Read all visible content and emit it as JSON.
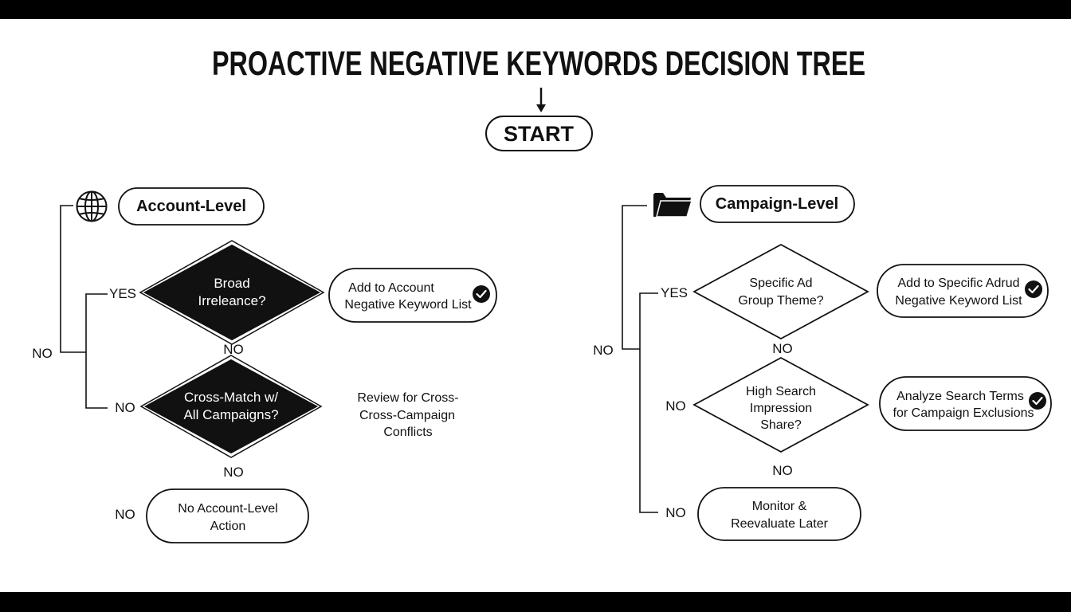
{
  "title": "PROACTIVE NEGATIVE KEYWORDS DECISION TREE",
  "start": "START",
  "colors": {
    "ink": "#111111",
    "paper": "#ffffff",
    "bar": "#000000"
  },
  "account": {
    "icon": "globe-icon",
    "header": "Account-Level",
    "outer_no": "NO",
    "q1": {
      "line1": "Broad",
      "line2": "Irreleance?"
    },
    "q1_yes": "YES",
    "q1_no": "NO",
    "q1_action": {
      "line1": "Add to Account",
      "line2": "Negative Keyword List",
      "icon": "check-circle-icon"
    },
    "q2": {
      "line1": "Cross-Match w/",
      "line2": "All Campaigns?"
    },
    "q2_branch": "NO",
    "q2_no": "NO",
    "q2_note": {
      "line1": "Review for Cross-",
      "line2": "Cross-Campaign",
      "line3": "Conflicts"
    },
    "final_branch": "NO",
    "final_action": {
      "line1": "No Account-Level",
      "line2": "Action"
    }
  },
  "campaign": {
    "icon": "folder-icon",
    "header": "Campaign-Level",
    "outer_no": "NO",
    "q1": {
      "line1": "Specific Ad",
      "line2": "Group Theme?"
    },
    "q1_yes": "YES",
    "q1_no": "NO",
    "q1_action": {
      "line1": "Add to Specific Adrud",
      "line2": "Negative Keyword List",
      "icon": "check-circle-icon"
    },
    "q2": {
      "line1": "High Search",
      "line2": "Impression",
      "line3": "Share?"
    },
    "q2_branch": "NO",
    "q2_no": "NO",
    "q2_action": {
      "line1": "Analyze Search Terms",
      "line2": "for Campaign Exclusions",
      "icon": "check-circle-icon"
    },
    "final_branch": "NO",
    "final_action": {
      "line1": "Monitor &",
      "line2": "Reevaluate Later"
    }
  }
}
